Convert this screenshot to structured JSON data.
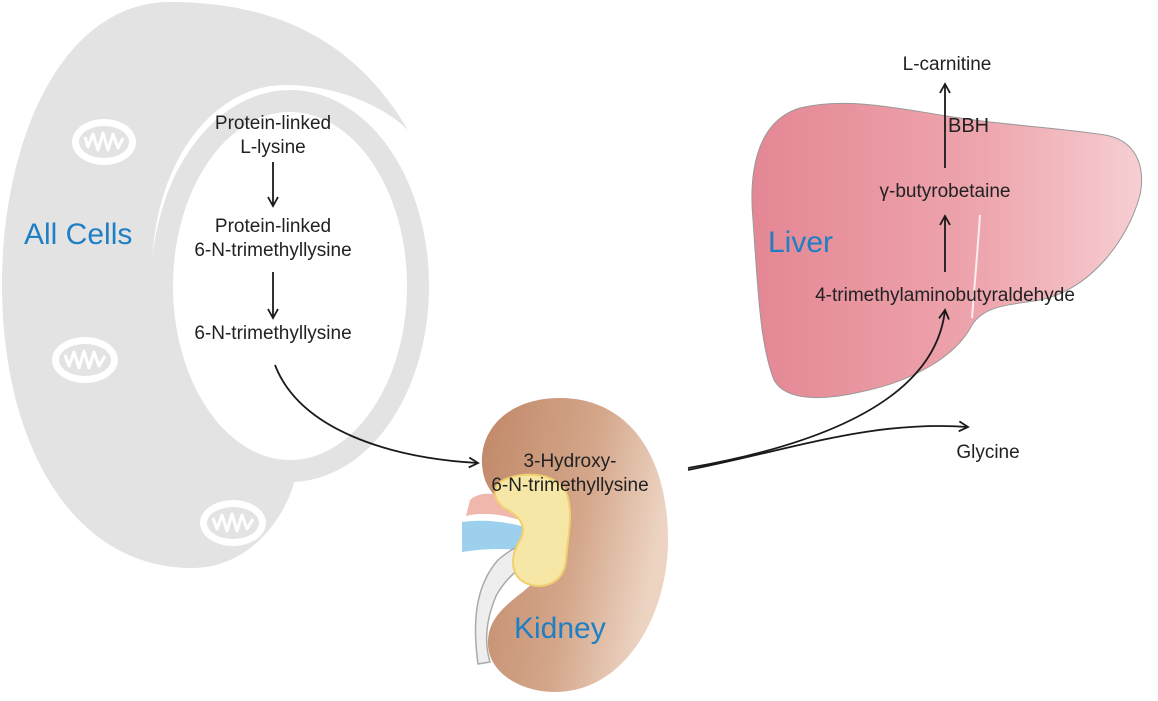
{
  "regions": {
    "cells": "All Cells",
    "kidney": "Kidney",
    "liver": "Liver"
  },
  "metabolites": {
    "protein_lysine_line1": "Protein-linked",
    "protein_lysine_line2": "L-lysine",
    "protein_tml_line1": "Protein-linked",
    "protein_tml_line2": "6-N-trimethyllysine",
    "tml": "6-N-trimethyllysine",
    "html_line1": "3-Hydroxy-",
    "html_line2": "6-N-trimethyllysine",
    "tmaba": "4-trimethylaminobutyraldehyde",
    "butyrobetaine": "γ-butyrobetaine",
    "carnitine": "L-carnitine",
    "glycine": "Glycine"
  },
  "enzymes": {
    "bbh": "BBH"
  },
  "colors": {
    "region_label": "#1f7fc4",
    "cell_gray": "#e3e3e3",
    "kidney": "#c99a7d",
    "liver": "#e8939e",
    "adrenal": "#f6e7a6",
    "arrow": "#1a1a1a"
  },
  "icons": [
    "mitochondrion-icon",
    "kidney-icon",
    "liver-icon"
  ]
}
